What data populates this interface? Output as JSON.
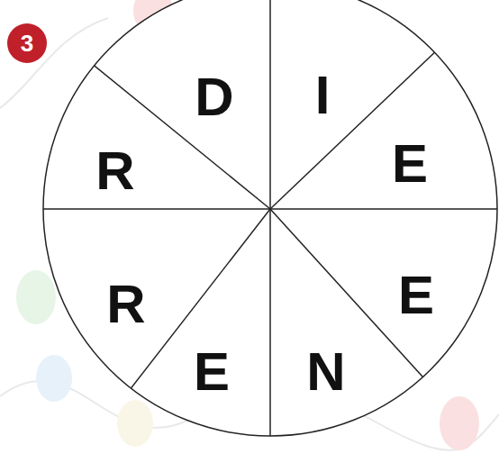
{
  "diagram": {
    "nodes": [
      {
        "text": [
          "3"
        ]
      },
      {
        "text": [
          "D"
        ]
      },
      {
        "text": [
          "I"
        ]
      },
      {
        "text": [
          "E"
        ]
      },
      {
        "text": [
          "E"
        ]
      },
      {
        "text": [
          "N"
        ]
      },
      {
        "text": [
          "E"
        ]
      },
      {
        "text": [
          "R"
        ]
      },
      {
        "text": [
          "R"
        ]
      }
    ]
  }
}
